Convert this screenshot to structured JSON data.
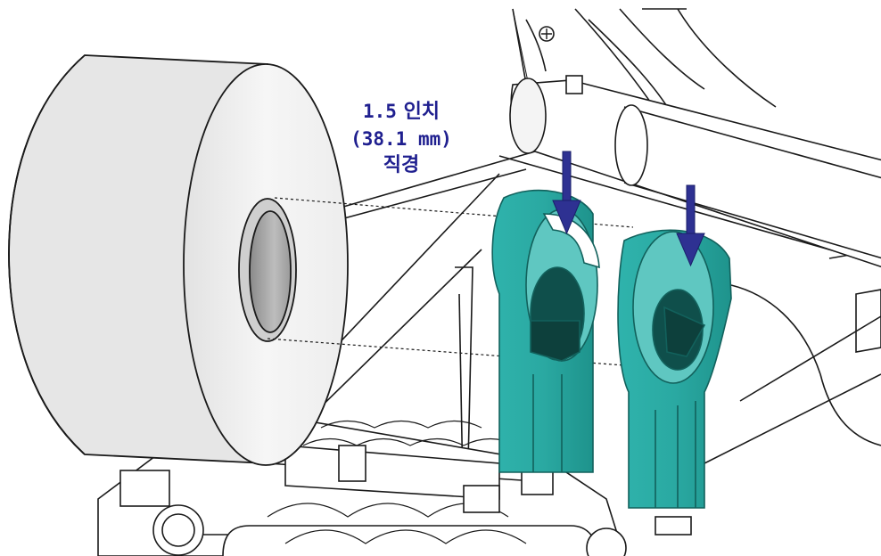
{
  "callout": {
    "size_value": "1.5",
    "size_unit": "인치",
    "size_metric": "(38.1 mm)",
    "size_caption": "직경"
  },
  "colors": {
    "holder_teal": "#2aa9a2",
    "holder_teal_dark": "#12615c",
    "holder_teal_light": "#5fc7c1",
    "arrow_blue": "#2e3192",
    "label_text": "#1f1f8f",
    "outline": "#1a1a1a",
    "media_roll": "#f1f1f1",
    "core": "#a9a9a9"
  }
}
